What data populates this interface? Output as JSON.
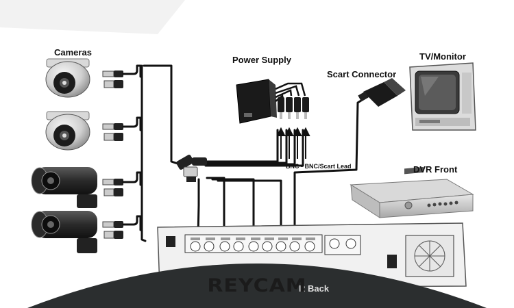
{
  "labels": {
    "cameras": "Cameras",
    "power_supply": "Power Supply",
    "scart_connector": "Scart Connector",
    "tv_monitor": "TV/Monitor",
    "dvr_front": "DVR Front",
    "lead": "BNC - BNC/Scart Lead",
    "dvr_back": "R Back"
  },
  "brand": {
    "logo": "REYCAM"
  },
  "colors": {
    "cable": "#111111",
    "device_outline": "#333333",
    "banner": "#2b2e2f",
    "logo": "#1b1b1b"
  }
}
